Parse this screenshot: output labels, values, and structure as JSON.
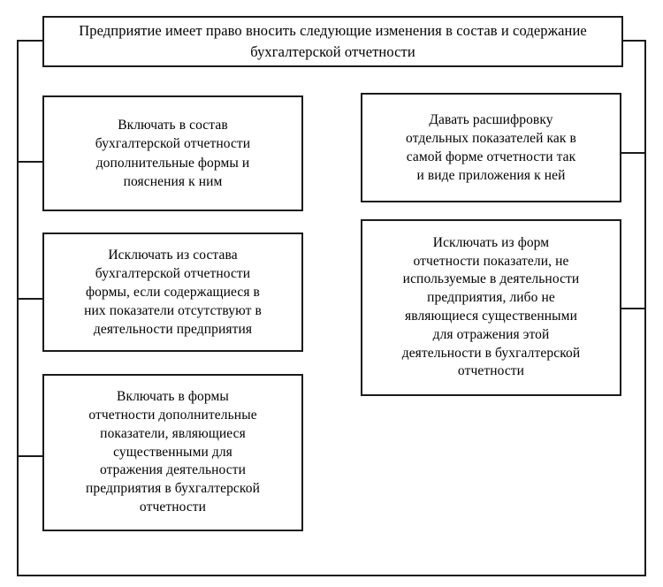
{
  "diagram": {
    "title_box": {
      "text": "Предприятие имеет право вносить следующие изменения в состав и содержание бухгалтерской отчетности"
    },
    "left_branches": [
      {
        "text": "Включать в состав\nбухгалтерской отчетности\nдополнительные формы и\nпояснения к ним"
      },
      {
        "text": "Исключать из состава\nбухгалтерской отчетности\nформы, если содержащиеся в\nних показатели отсутствуют в\nдеятельности предприятия"
      },
      {
        "text": "Включать в формы\nотчетности дополнительные\nпоказатели, являющиеся\nсущественными для\nотражения деятельности\nпредприятия в бухгалтерской\nотчетности"
      }
    ],
    "right_branches": [
      {
        "text": "Давать расшифровку\nотдельных показателей как в\nсамой форме отчетности так\nи виде приложения к ней"
      },
      {
        "text": "Исключать из форм\nотчетности показатели, не\nиспользуемые в деятельности\nпредприятия, либо не\nявляющиеся существенными\nдля отражения этой\nдеятельности в бухгалтерской\nотчетности"
      }
    ],
    "colors": {
      "line": "#1a1a1a",
      "background": "#ffffff",
      "text": "#000000"
    }
  }
}
